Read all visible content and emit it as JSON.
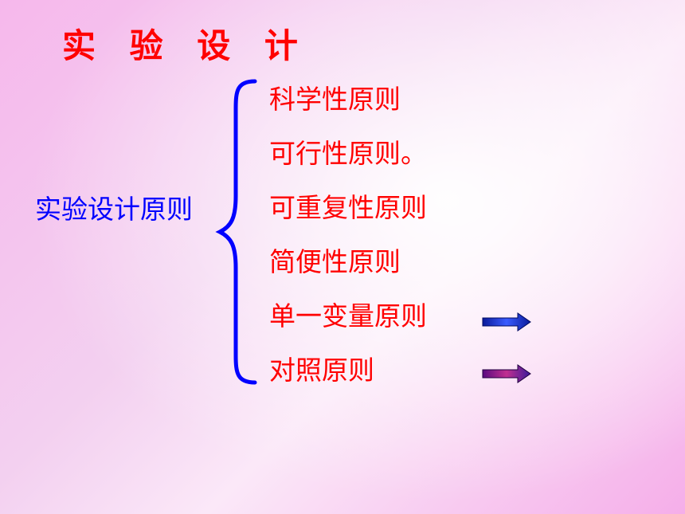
{
  "slide": {
    "title": "实 验 设 计",
    "left_label": "实验设计原则",
    "principles": [
      "科学性原则",
      "可行性原则。",
      "可重复性原则",
      "简便性原则",
      "单一变量原则",
      "对照原则"
    ],
    "icons": [
      "left-brace-icon",
      "arrow-right-icon",
      "arrow-right-icon"
    ],
    "colors": {
      "title": "#ff0000",
      "left_label": "#0000ff",
      "principles": "#ff0000",
      "brace": "#0000ff",
      "arrow_1": "#1a2fd0",
      "arrow_2": "#7a1a9a"
    }
  }
}
